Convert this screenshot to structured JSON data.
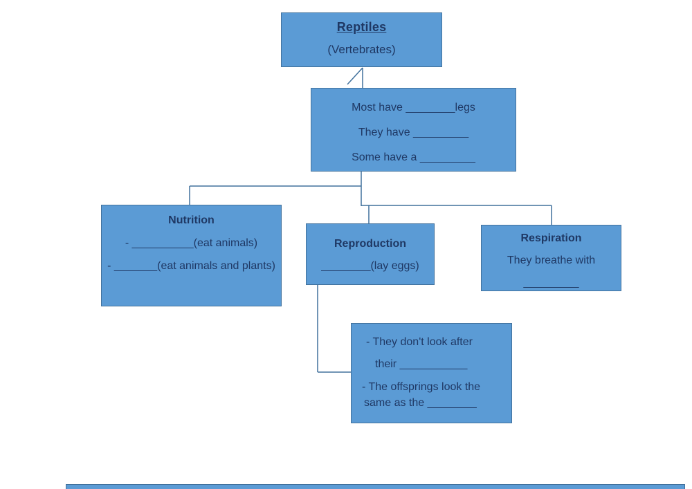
{
  "colors": {
    "box_fill": "#5b9bd5",
    "box_border": "#41719c",
    "text": "#1f3864",
    "line": "#41719c"
  },
  "boxes": {
    "root": {
      "title": "Reptiles",
      "subtitle": "(Vertebrates)"
    },
    "traits": {
      "lines": [
        "Most have ________legs",
        "They have _________",
        "Some have a _________"
      ]
    },
    "nutrition": {
      "title": "Nutrition",
      "lines": [
        "- __________(eat animals)",
        "- _______(eat animals and plants)"
      ]
    },
    "reproduction": {
      "title": "Reproduction",
      "line": "________(lay eggs)"
    },
    "respiration": {
      "title": "Respiration",
      "lines": [
        "They breathe with",
        "_________"
      ]
    },
    "offspring": {
      "lines": [
        "- They don't look after",
        "their ___________",
        "- The offsprings look the",
        "same as the ________"
      ]
    }
  }
}
